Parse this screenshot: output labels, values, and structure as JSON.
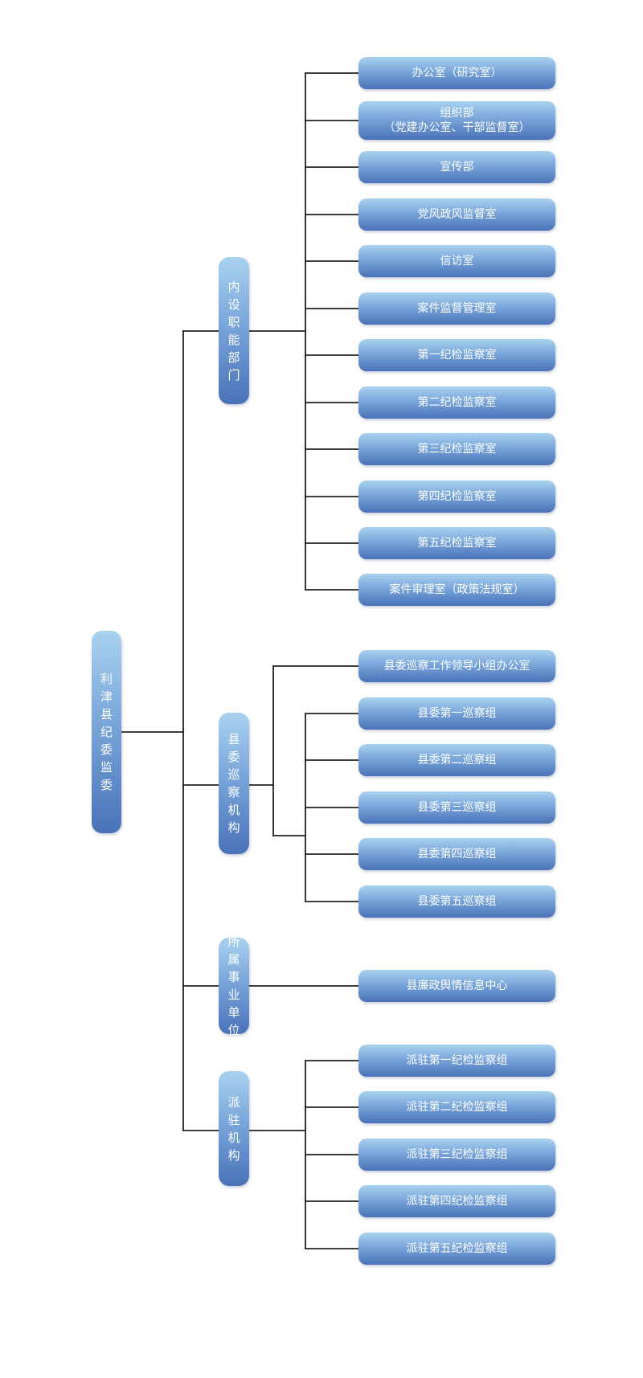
{
  "root": {
    "label": "利津县纪委监委"
  },
  "categories": [
    {
      "label": "内设职能部门",
      "units": [
        {
          "label": "办公室（研究室）"
        },
        {
          "label": "组织部",
          "sub": "（党建办公室、干部监督室）"
        },
        {
          "label": "宣传部"
        },
        {
          "label": "党风政风监督室"
        },
        {
          "label": "信访室"
        },
        {
          "label": "案件监督管理室"
        },
        {
          "label": "第一纪检监察室"
        },
        {
          "label": "第二纪检监察室"
        },
        {
          "label": "第三纪检监察室"
        },
        {
          "label": "第四纪检监察室"
        },
        {
          "label": "第五纪检监察室"
        },
        {
          "label": "案件审理室（政策法规室）"
        }
      ]
    },
    {
      "label": "县委巡察机构",
      "units": [
        {
          "label": "县委巡察工作领导小组办公室"
        },
        {
          "label": "县委第一巡察组"
        },
        {
          "label": "县委第二巡察组"
        },
        {
          "label": "县委第三巡察组"
        },
        {
          "label": "县委第四巡察组"
        },
        {
          "label": "县委第五巡察组"
        }
      ]
    },
    {
      "label": "所属事业单位",
      "units": [
        {
          "label": "县廉政舆情信息中心"
        }
      ]
    },
    {
      "label": "派驻机构",
      "units": [
        {
          "label": "派驻第一纪检监察组"
        },
        {
          "label": "派驻第二纪检监察组"
        },
        {
          "label": "派驻第三纪检监察组"
        },
        {
          "label": "派驻第四纪检监察组"
        },
        {
          "label": "派驻第五纪检监察组"
        }
      ]
    }
  ]
}
